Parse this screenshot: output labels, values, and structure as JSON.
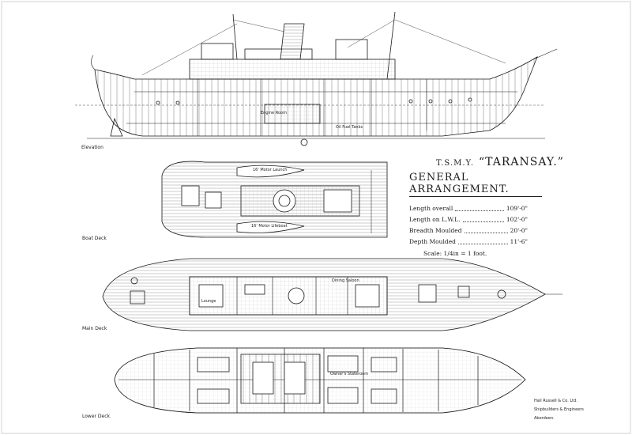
{
  "title_block": {
    "prefix": "T.S.M.Y.",
    "vessel_name": "“TARANSAY.”",
    "drawing_title": "GENERAL ARRANGEMENT.",
    "dimensions": [
      {
        "label": "Length overall",
        "value": "109'-0\""
      },
      {
        "label": "Length on L.W.L.",
        "value": "102'-0\""
      },
      {
        "label": "Breadth Moulded",
        "value": "20'-0\""
      },
      {
        "label": "Depth Moulded",
        "value": "11'-6\""
      }
    ],
    "scale": "Scale: 1/4in = 1 foot."
  },
  "views": {
    "elevation": "Elevation",
    "boat_deck": "Boat Deck",
    "main_deck": "Main Deck",
    "lower_deck": "Lower Deck"
  },
  "builder": {
    "line1": "Hall Russell & Co. Ltd.",
    "line2": "Shipbuilders & Engineers",
    "line3": "Aberdeen."
  },
  "room_labels": {
    "engine_room": "Engine Room",
    "oil_fuel_tanks": "Oil Fuel Tanks",
    "motor_launch": "16' Motor Launch",
    "motor_lifeboat": "16' Motor Lifeboat",
    "dining_saloon": "Dining Saloon",
    "lounge": "Lounge",
    "owners_stateroom": "Owner's Stateroom"
  },
  "colors": {
    "ink": "#1a1a1a",
    "paper": "#ffffff",
    "hatch": "#9a9a9a"
  }
}
